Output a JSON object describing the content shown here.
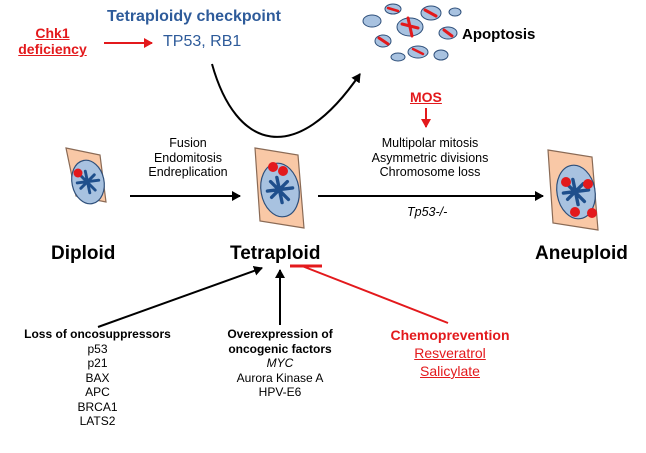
{
  "chk1": {
    "line1": "Chk1",
    "line2": "deficiency"
  },
  "checkpoint": {
    "title": "Tetraploidy checkpoint",
    "genes": "TP53, RB1"
  },
  "apoptosis": {
    "label": "Apoptosis"
  },
  "mos": {
    "label": "MOS"
  },
  "fusion_steps": [
    "Fusion",
    "Endomitosis",
    "Endreplication"
  ],
  "mitosis_steps": [
    "Multipolar mitosis",
    "Asymmetric divisions",
    "Chromosome loss"
  ],
  "tp53_condition": "Tp53-/-",
  "cells": {
    "diploid": "Diploid",
    "tetraploid": "Tetraploid",
    "aneuploid": "Aneuploid"
  },
  "loss": {
    "title": "Loss of oncosuppressors",
    "items": [
      "p53",
      "p21",
      "BAX",
      "APC",
      "BRCA1",
      "LATS2"
    ]
  },
  "overexpression": {
    "title_line1": "Overexpression of",
    "title_line2": "oncogenic factors",
    "items": [
      "MYC",
      "Aurora Kinase A",
      "HPV-E6"
    ]
  },
  "chemoprevention": {
    "title": "Chemoprevention",
    "items": [
      "Resveratrol",
      "Salicylate"
    ]
  },
  "colors": {
    "red": "#e3191c",
    "blue": "#2e5b9a",
    "cell_fill": "#f9c8a6",
    "nucleus_fill": "#a8c2e0",
    "centrosome": "#e3191c"
  }
}
